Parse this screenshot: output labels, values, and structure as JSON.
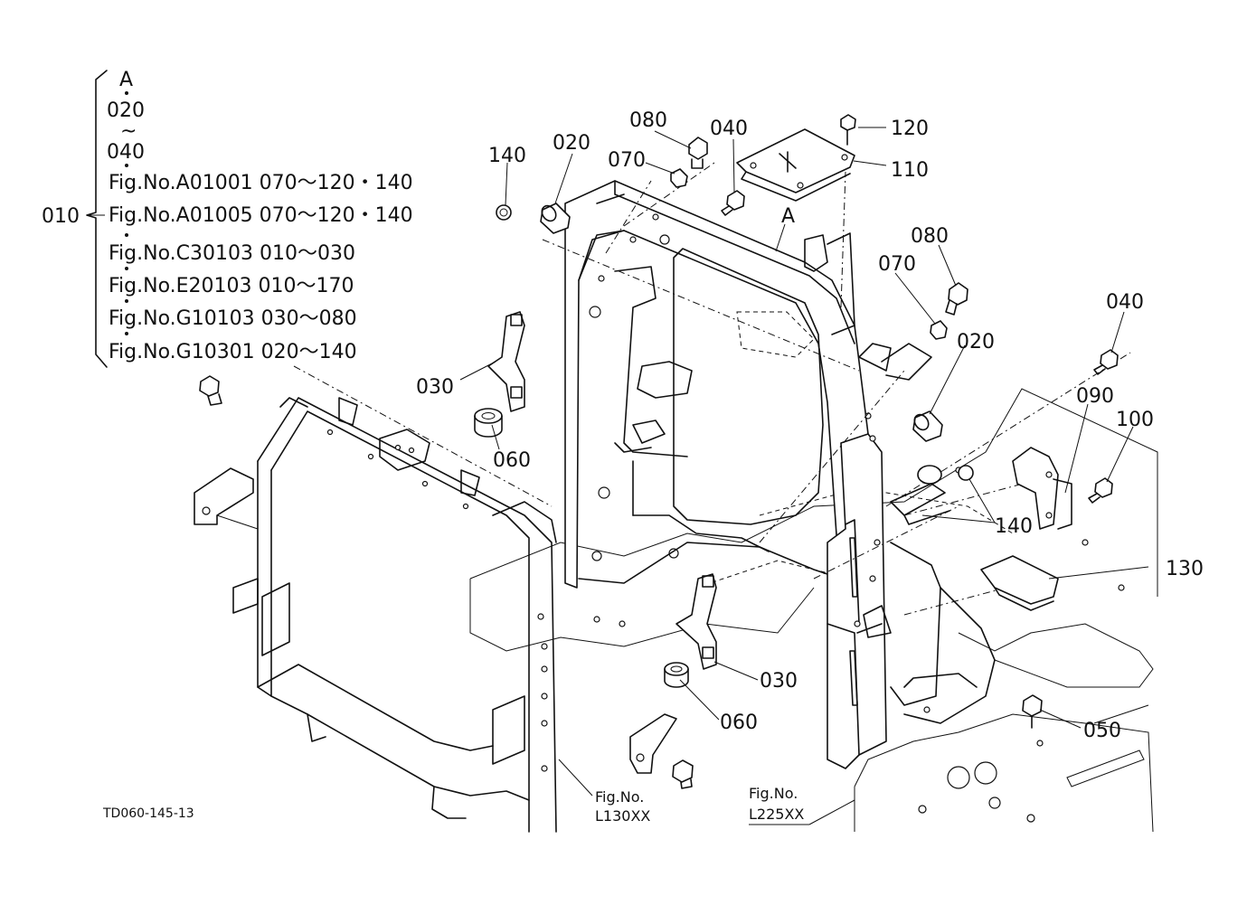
{
  "drawing_id": "TD060-145-13",
  "legend": {
    "sub_a": "A",
    "sub_020": "020",
    "sub_tilde": "~",
    "sub_040": "040",
    "group_label": "010",
    "refs": [
      "Fig.No.A01001  070～120・140",
      "Fig.No.A01005  070～120・140",
      "Fig.No.C30103  010～030",
      "Fig.No.E20103  010～170",
      "Fig.No.G10103  030～080",
      "Fig.No.G10301  020～140"
    ]
  },
  "callouts": {
    "c140_top": "140",
    "c020_top": "020",
    "c080_top": "080",
    "c070_top": "070",
    "c040_top": "040",
    "c120": "120",
    "c110": "110",
    "detail_a": "A",
    "c080_right": "080",
    "c070_right": "070",
    "c020_right": "020",
    "c040_right": "040",
    "c090": "090",
    "c100": "100",
    "c030_left": "030",
    "c060_left": "060",
    "c140_right": "140",
    "c130": "130",
    "c030_mid": "030",
    "c060_mid": "060",
    "c050": "050"
  },
  "fig_refs": {
    "left_line1": "Fig.No.",
    "left_line2": "L130XX",
    "right_line1": "Fig.No.",
    "right_line2": "L225XX"
  }
}
